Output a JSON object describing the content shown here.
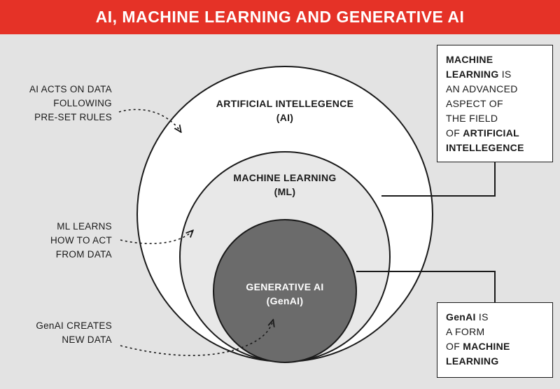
{
  "title": "AI, MACHINE LEARNING AND GENERATIVE AI",
  "circles": {
    "ai": {
      "line1": "ARTIFICIAL INTELLEGENCE",
      "line2": "(AI)"
    },
    "ml": {
      "line1": "MACHINE LEARNING",
      "line2": "(ML)"
    },
    "genai": {
      "line1": "GENERATIVE AI",
      "line2": "(GenAI)"
    }
  },
  "annotations": {
    "ai": [
      "AI ACTS ON DATA",
      "FOLLOWING",
      "PRE-SET RULES"
    ],
    "ml": [
      "ML LEARNS",
      "HOW TO ACT",
      "FROM DATA"
    ],
    "genai": [
      "GenAI CREATES",
      "NEW DATA"
    ]
  },
  "callouts": {
    "ml_box": {
      "l1_bold": "MACHINE",
      "l2_bold": "LEARNING",
      "l2_rest": " IS",
      "l3": "AN ADVANCED",
      "l4": "ASPECT OF",
      "l5": "THE FIELD",
      "l6_pre": "OF ",
      "l6_bold": "ARTIFICIAL",
      "l7_bold": "INTELLEGENCE"
    },
    "genai_box": {
      "l1_bold": "GenAI",
      "l1_rest": " IS",
      "l2": "A FORM",
      "l3_pre": "OF ",
      "l3_bold": "MACHINE",
      "l4_bold": "LEARNING"
    }
  },
  "colors": {
    "banner": "#e53227",
    "background": "#e3e3e3",
    "ai_circle": "#ffffff",
    "ml_circle": "#e8e8e8",
    "genai_circle": "#6b6b6b"
  }
}
